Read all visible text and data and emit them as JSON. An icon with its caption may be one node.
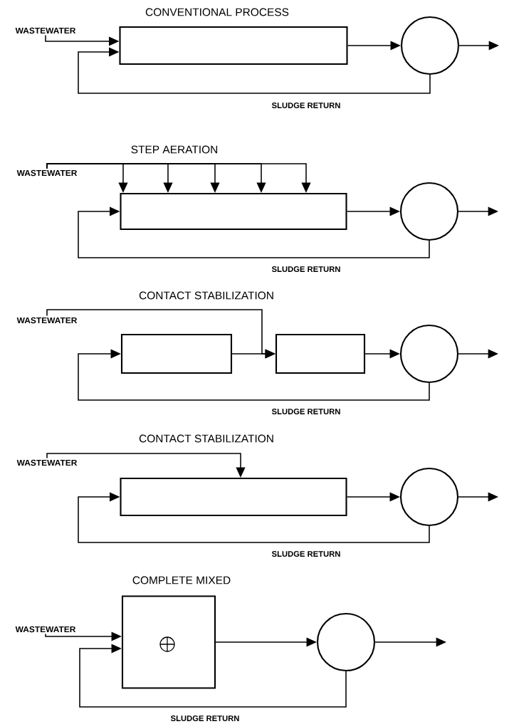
{
  "diagram": {
    "nodes": [
      {
        "text": [
          "WASTEWATER"
        ]
      },
      {
        "text": [],
        "shape": "box"
      },
      {
        "text": [],
        "shape": "circle"
      },
      {
        "text": [
          "WASTEWATER"
        ]
      },
      {
        "text": [],
        "shape": "box"
      },
      {
        "text": [],
        "shape": "circle"
      },
      {
        "text": [
          "WASTEWATER"
        ]
      },
      {
        "text": [],
        "shape": "box"
      },
      {
        "text": [],
        "shape": "box"
      },
      {
        "text": [],
        "shape": "circle"
      },
      {
        "text": [
          "WASTEWATER"
        ]
      },
      {
        "text": [],
        "shape": "box"
      },
      {
        "text": [],
        "shape": "circle"
      },
      {
        "text": [
          "WASTEWATER"
        ]
      },
      {
        "text": [],
        "shape": "box"
      },
      {
        "text": [],
        "shape": "circle"
      }
    ],
    "edges": [
      {
        "from": 0,
        "to": 1,
        "arrow": "to"
      },
      {
        "from": 1,
        "to": 2,
        "arrow": "to"
      },
      {
        "from": 2,
        "to": null,
        "arrow": "to"
      },
      {
        "from": 2,
        "to": 1,
        "arrow": "to",
        "label": "SLUDGE RETURN"
      },
      {
        "from": 3,
        "to": 4,
        "arrow": "to"
      },
      {
        "from": 3,
        "to": 4,
        "arrow": "to"
      },
      {
        "from": 3,
        "to": 4,
        "arrow": "to"
      },
      {
        "from": 3,
        "to": 4,
        "arrow": "to"
      },
      {
        "from": 3,
        "to": 4,
        "arrow": "to"
      },
      {
        "from": 4,
        "to": 5,
        "arrow": "to"
      },
      {
        "from": 5,
        "to": null,
        "arrow": "to"
      },
      {
        "from": 5,
        "to": 4,
        "arrow": "to",
        "label": "SLUDGE RETURN"
      },
      {
        "from": 6,
        "to": 8,
        "arrow": "to"
      },
      {
        "from": 7,
        "to": 8,
        "arrow": "to"
      },
      {
        "from": 8,
        "to": 9,
        "arrow": "to"
      },
      {
        "from": 9,
        "to": null,
        "arrow": "to"
      },
      {
        "from": 9,
        "to": 7,
        "arrow": "to",
        "label": "SLUDGE RETURN"
      },
      {
        "from": 10,
        "to": 11,
        "arrow": "to"
      },
      {
        "from": 11,
        "to": 12,
        "arrow": "to"
      },
      {
        "from": 12,
        "to": null,
        "arrow": "to"
      },
      {
        "from": 12,
        "to": 11,
        "arrow": "to",
        "label": "SLUDGE RETURN"
      },
      {
        "from": 13,
        "to": 14,
        "arrow": "to"
      },
      {
        "from": 14,
        "to": 15,
        "arrow": "to"
      },
      {
        "from": 15,
        "to": null,
        "arrow": "to"
      },
      {
        "from": 15,
        "to": 14,
        "arrow": "to",
        "label": "SLUDGE RETURN"
      }
    ],
    "labels": [
      "CONVENTIONAL PROCESS",
      "STEP AERATION",
      "CONTACT STABILIZATION",
      "CONTACT STABILIZATION",
      "COMPLETE MIXED"
    ]
  }
}
